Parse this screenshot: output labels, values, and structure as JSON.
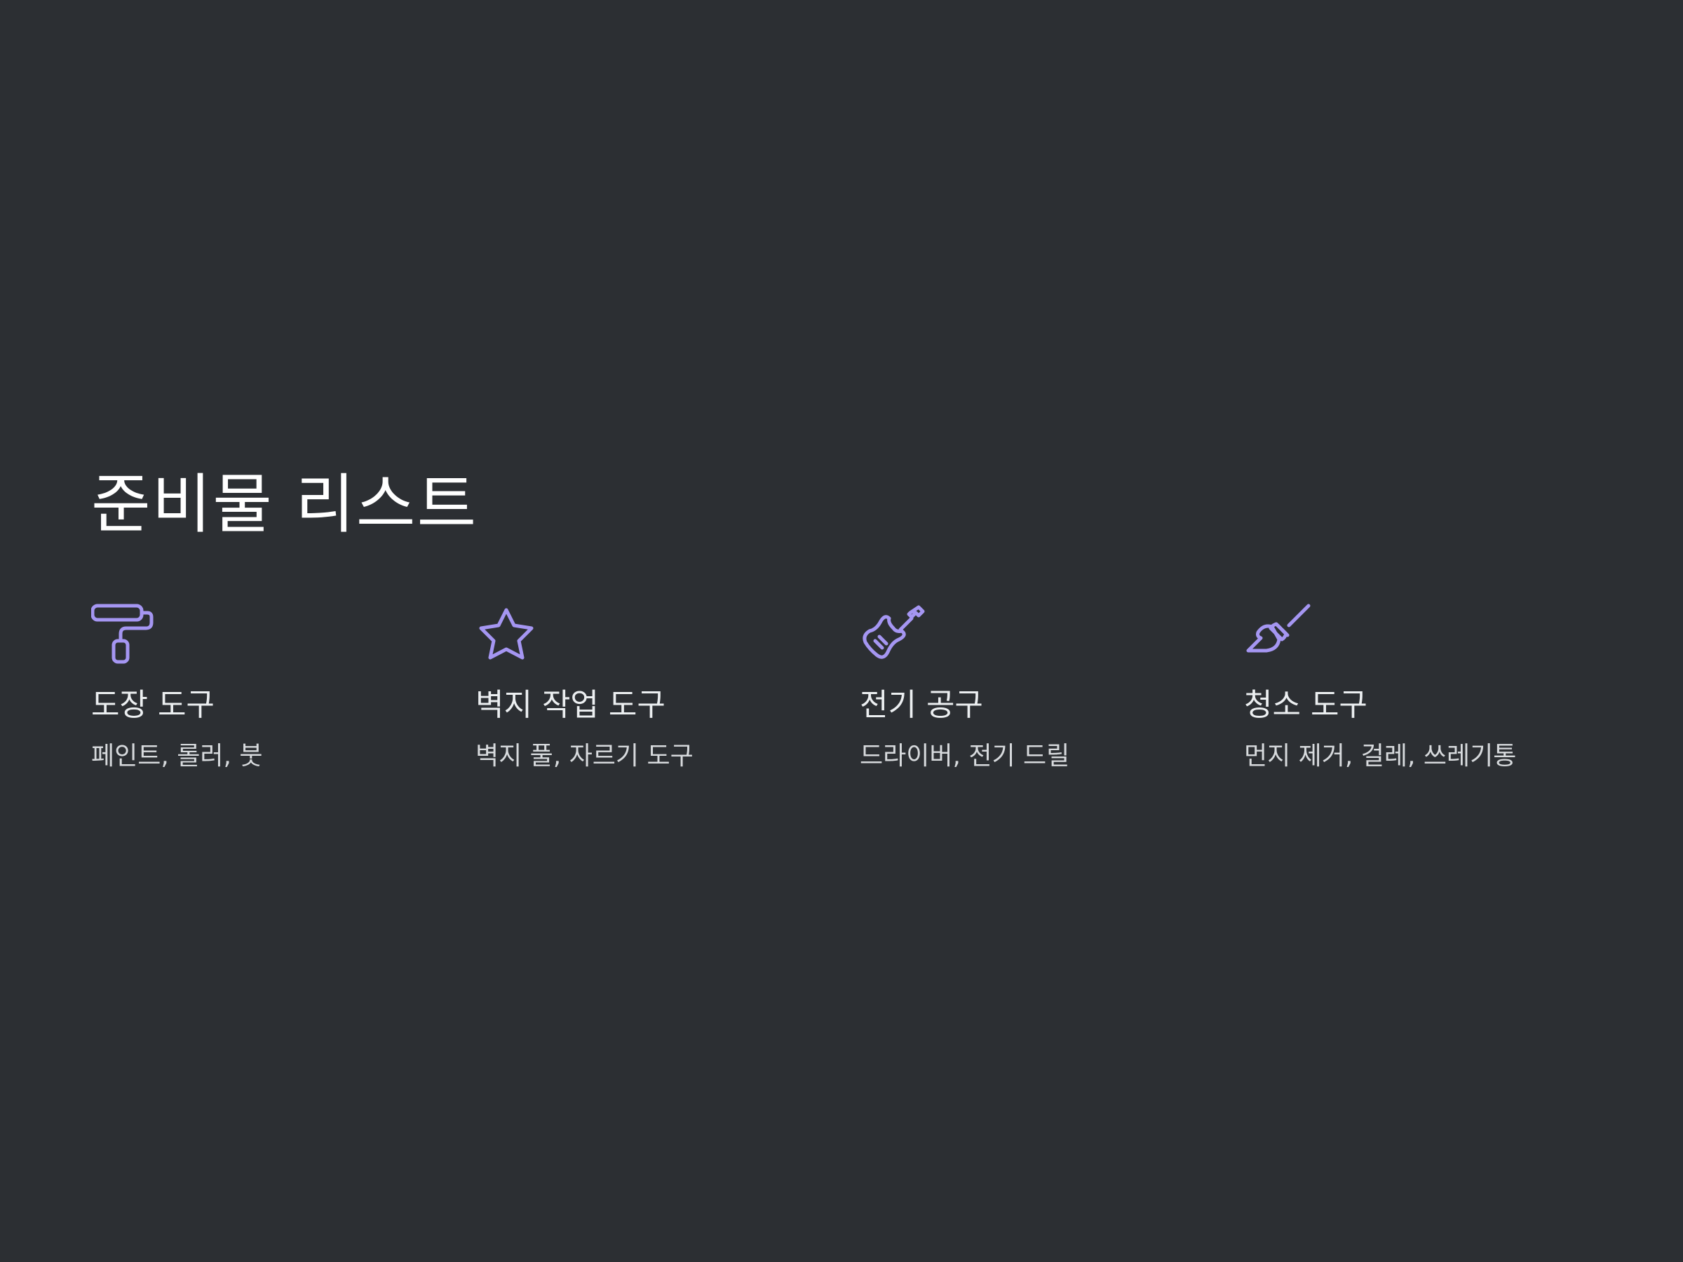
{
  "page": {
    "title": "준비물 리스트",
    "accent_color": "#a596f2",
    "background_color": "#2c2f33"
  },
  "items": [
    {
      "icon": "paint-roller-icon",
      "title": "도장 도구",
      "description": "페인트, 롤러, 붓"
    },
    {
      "icon": "star-icon",
      "title": "벽지 작업 도구",
      "description": "벽지 풀, 자르기 도구"
    },
    {
      "icon": "electric-guitar-icon",
      "title": "전기 공구",
      "description": "드라이버, 전기 드릴"
    },
    {
      "icon": "broom-icon",
      "title": "청소 도구",
      "description": "먼지 제거, 걸레, 쓰레기통"
    }
  ]
}
